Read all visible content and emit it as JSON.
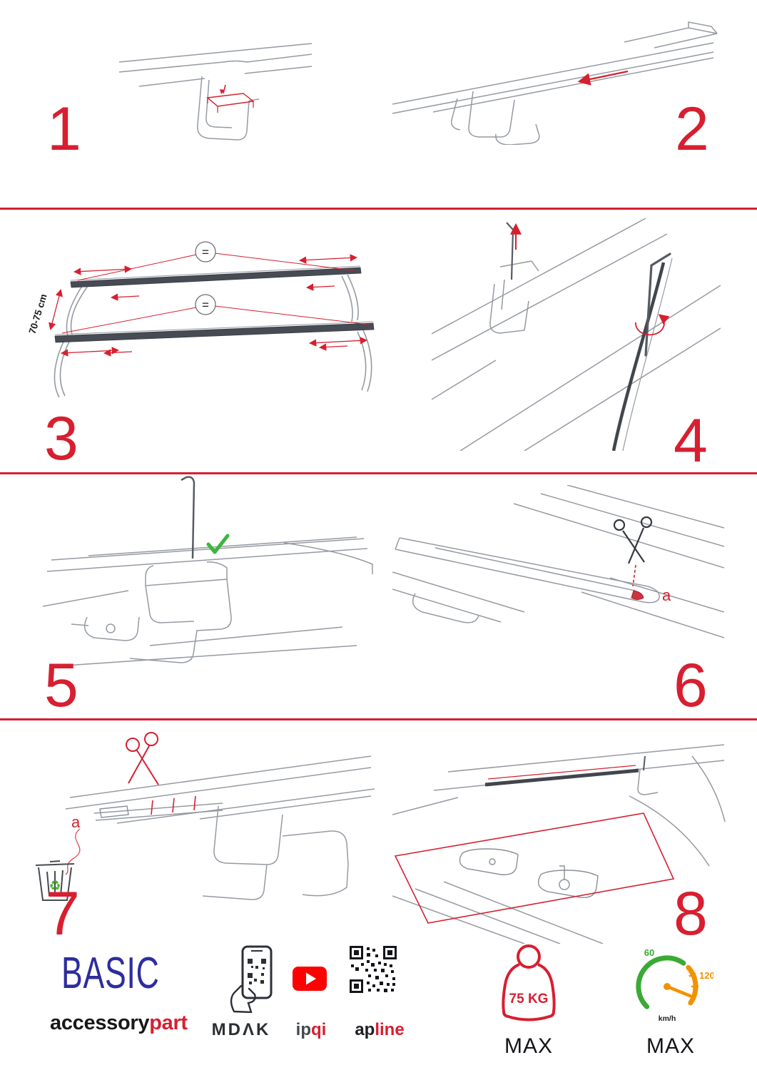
{
  "colors": {
    "accent_red": "#d71f30",
    "logo_blue": "#2d2d9e",
    "youtube_red": "#fe0000",
    "check_green": "#3cb53c",
    "recycle_green": "#4db32a",
    "gauge_green": "#3aaa35",
    "gauge_orange": "#f39200"
  },
  "steps": [
    {
      "number": "1"
    },
    {
      "number": "2"
    },
    {
      "number": "3"
    },
    {
      "number": "4"
    },
    {
      "number": "5"
    },
    {
      "number": "6"
    },
    {
      "number": "7"
    },
    {
      "number": "8"
    }
  ],
  "step3": {
    "equals": "=",
    "dimension": "70-75 cm"
  },
  "step6": {
    "label_a": "a"
  },
  "step7": {
    "label_a": "a"
  },
  "icons": {
    "recycle": "♻"
  },
  "footer": {
    "logo": "BASIC",
    "brand_black": "accessory",
    "brand_red": "part",
    "app_label": "MDΛK",
    "video_black": "ip",
    "video_red": "qi",
    "site_black": "ap",
    "site_red": "line",
    "weight_value": "75 KG",
    "weight_max": "MAX",
    "gauge_low": "60",
    "gauge_high": "120",
    "gauge_unit": "km/h",
    "gauge_max": "MAX"
  }
}
